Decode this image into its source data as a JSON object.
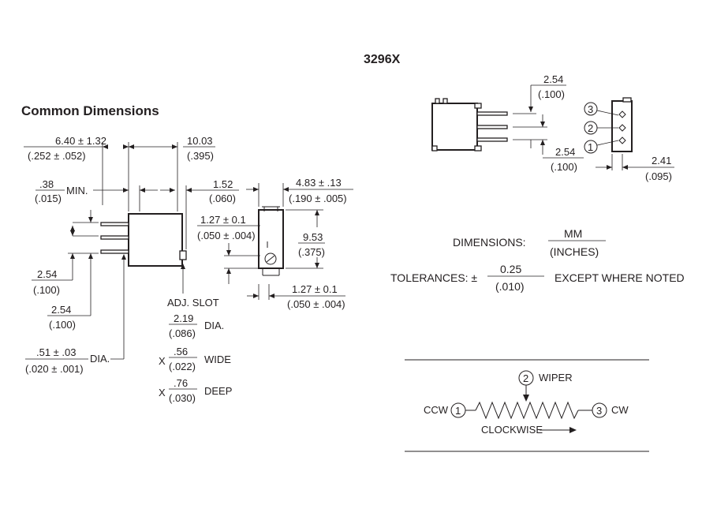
{
  "title": "Common Dimensions",
  "model": "3296X",
  "common": {
    "width_mm": "6.40 ± 1.32",
    "width_in": "(.252 ± .052)",
    "depth_mm": "10.03",
    "depth_in": "(.395)",
    "min_mm": ".38",
    "min_in": "(.015)",
    "min_word": "MIN.",
    "lead_mm": "1.52",
    "lead_in": "(.060)",
    "side_w_mm": "4.83 ± .13",
    "side_w_in": "(.190 ± .005)",
    "slot_pos_mm": "1.27 ± 0.1",
    "slot_pos_in": "(.050 ± .004)",
    "height_mm": "9.53",
    "height_in": "(.375)",
    "bottom_mm": "1.27 ± 0.1",
    "bottom_in": "(.050 ± .004)",
    "pitch1_mm": "2.54",
    "pitch1_in": "(.100)",
    "pitch2_mm": "2.54",
    "pitch2_in": "(.100)",
    "pin_dia_mm": ".51 ± .03",
    "pin_dia_in": "(.020 ± .001)",
    "pin_dia_word": "DIA.",
    "slot_label": "ADJ. SLOT",
    "slot_dia_mm": "2.19",
    "slot_dia_in": "(.086)",
    "slot_dia_word": "DIA.",
    "x1": "X",
    "slot_wide_mm": ".56",
    "slot_wide_in": "(.022)",
    "slot_wide_word": "WIDE",
    "x2": "X",
    "slot_deep_mm": ".76",
    "slot_deep_in": "(.030)",
    "slot_deep_word": "DEEP"
  },
  "model_view": {
    "pitch_top_mm": "2.54",
    "pitch_top_in": "(.100)",
    "pitch_bot_mm": "2.54",
    "pitch_bot_in": "(.100)",
    "offset_mm": "2.41",
    "offset_in": "(.095)",
    "pin_numbers": [
      "3",
      "2",
      "1"
    ]
  },
  "notes": {
    "dimensions_label": "DIMENSIONS:",
    "units_top": "MM",
    "units_bottom": "(INCHES)",
    "tolerances_label": "TOLERANCES: ±",
    "tol_mm": "0.25",
    "tol_in": "(.010)",
    "except": "EXCEPT WHERE NOTED"
  },
  "schematic": {
    "wiper_num": "2",
    "wiper_label": "WIPER",
    "ccw_label": "CCW",
    "ccw_num": "1",
    "cw_num": "3",
    "cw_label": "CW",
    "direction_label": "CLOCKWISE"
  }
}
